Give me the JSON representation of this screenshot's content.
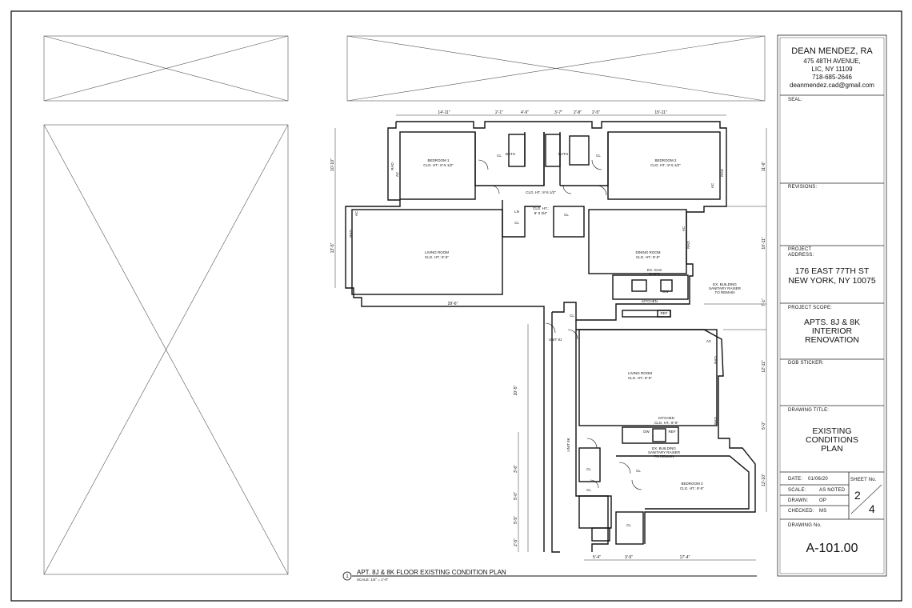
{
  "title_block": {
    "firm": {
      "name": "DEAN MENDEZ, RA",
      "lines": [
        "475 48TH AVENUE,",
        "LIC, NY 11109",
        "718-685-2646",
        "deanmendez.cad@gmail.com"
      ]
    },
    "seal_label": "SEAL:",
    "revisions_label": "REVISIONS:",
    "project_address_label": [
      "PROJECT",
      "ADDRESS:"
    ],
    "project_address": [
      "176 EAST 77TH ST",
      "NEW YORK, NY 10075"
    ],
    "project_scope_label": "PROJECT SCOPE:",
    "project_scope": [
      "APTS. 8J & 8K",
      "INTERIOR",
      "RENOVATION"
    ],
    "dob_sticker_label": "DOB STICKER:",
    "drawing_title_label": "DRAWING TITLE:",
    "drawing_title": [
      "EXISTING",
      "CONDITIONS",
      "PLAN"
    ],
    "date_label": "DATE:",
    "date_value": "01/06/20",
    "scale_label": "SCALE:",
    "scale_value": "AS NOTED",
    "drawn_label": "DRAWN:",
    "drawn_value": "OP",
    "checked_label": "CHECKED:",
    "checked_value": "MS",
    "sheet_no_label": "SHEET No.",
    "sheet_no": "2",
    "sheet_total": "4",
    "drawing_no_label": "DRAWING No.",
    "drawing_no": "A-101.00"
  },
  "plan": {
    "caption_number": "1",
    "caption": "APT. 8J & 8K FLOOR EXISTING CONDITION PLAN",
    "caption_scale": "SCALE: 1/4\" = 1'-0\"",
    "rooms": {
      "bedroom1": [
        "BEDROOM 1",
        "CLG. HT.: 8'-5 1/2\""
      ],
      "bedroom2": [
        "BEDROOM 2",
        "CLG. HT.: 8'-5 1/2\""
      ],
      "living1": [
        "LIVING ROOM",
        "CLG. HT.: 8'-5\""
      ],
      "dining": [
        "DINING ROOM",
        "CLG. HT.: 8'-5\""
      ],
      "living2": [
        "LIVING ROOM",
        "CLG. HT.: 8'-5\""
      ],
      "kitchen1": "KITCHEN",
      "kitchen2": [
        "KITCHEN",
        "CLG. HT.: 8'-5\""
      ],
      "bedroom3": [
        "BEDROOM 3",
        "CLG. HT.: 8'-5\""
      ],
      "hall_clg": "CLG. HT.: 8'-5 1/2\"",
      "hall_clg2": [
        "CLG. HT.:",
        "8'-3 3/4\""
      ]
    },
    "labels": {
      "bath": "BATH",
      "cl": "CL",
      "ln": "LN",
      "ac": "AC",
      "rad": "RAD",
      "dw": "DW",
      "ref": "REF",
      "unit_8j": "UNIT 8J",
      "unit_8k": "UNIT 8K",
      "gas_riser": [
        "EX. GAS",
        "RISER"
      ],
      "riser_note": [
        "EX. BUILDING",
        "SANITARY RAISER",
        "TO REMAIN"
      ]
    },
    "dims": {
      "top": [
        "14'-11\"",
        "2'-1\"",
        "4'-9\"",
        "3'-7\"",
        "2'-8\"",
        "2'-5\"",
        "15'-11\""
      ],
      "left_bed": "10'-10\"",
      "left_living": "13'-5\"",
      "living_width": "29'-6\"",
      "right_bed": "11'-6\"",
      "right_dining": "10'-11\"",
      "right_kitchen": "7'-1\"",
      "right_living2": "12'-11\"",
      "right_kitchen2": "5'-0\"",
      "right_bed3": "12'-10\"",
      "left_corridor": "20'-5\"",
      "left_small": [
        "3'-6\"",
        "5'-0\"",
        "5'-5\"",
        "2'-5\""
      ],
      "bottom": [
        "5'-4\"",
        "3'-9\"",
        "17'-4\""
      ]
    }
  }
}
